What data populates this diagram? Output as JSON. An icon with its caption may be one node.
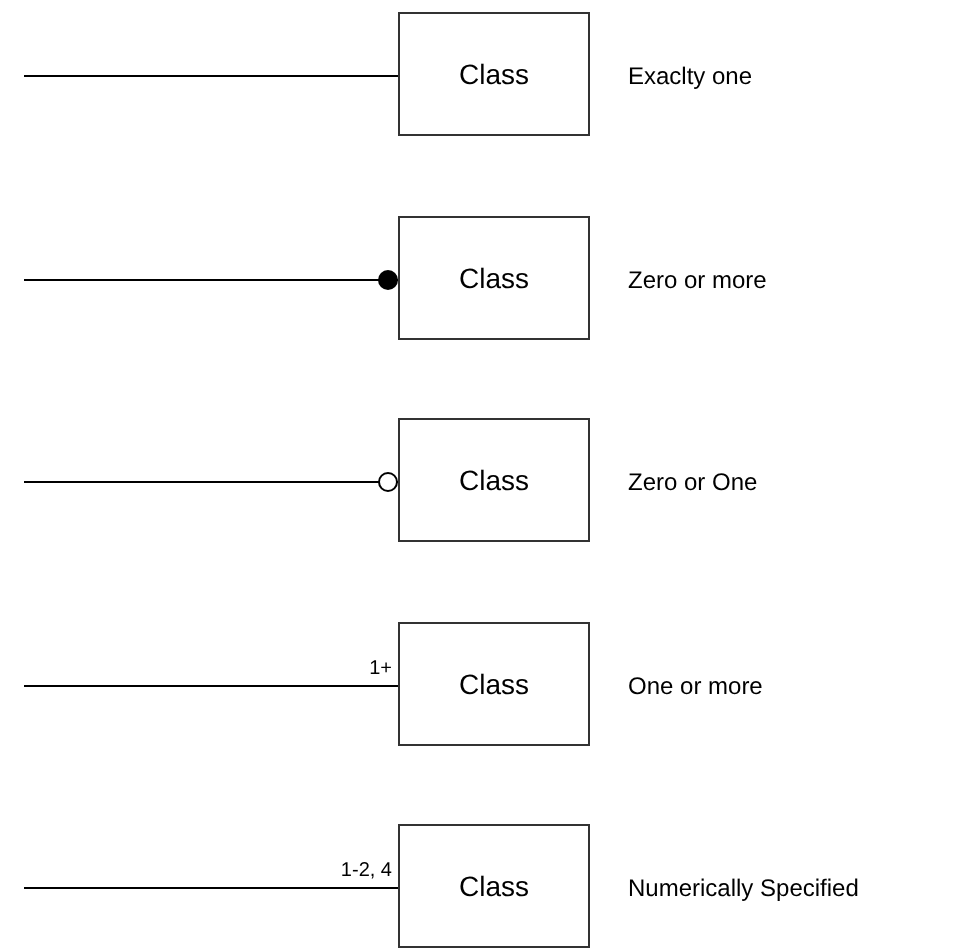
{
  "diagram": {
    "nodes": [
      {
        "text": [
          "Class"
        ],
        "beside": [
          "Exaclty one"
        ]
      },
      {
        "text": [
          "Class"
        ],
        "beside": [
          "Zero or more"
        ]
      },
      {
        "text": [
          "Class"
        ],
        "beside": [
          "Zero or One"
        ]
      },
      {
        "text": [
          "Class"
        ],
        "beside": [
          "One or more"
        ]
      },
      {
        "text": [
          "Class"
        ],
        "beside": [
          "Numerically Specified"
        ]
      }
    ],
    "edges": [
      {
        "from": null,
        "to": 0,
        "arrow": "none"
      },
      {
        "from": null,
        "to": 1,
        "arrow": "other"
      },
      {
        "from": null,
        "to": 2,
        "arrow": "other"
      },
      {
        "from": null,
        "to": 3,
        "arrow": "none",
        "label": "1+"
      },
      {
        "from": null,
        "to": 4,
        "arrow": "none",
        "label": "1-2, 4"
      }
    ]
  }
}
